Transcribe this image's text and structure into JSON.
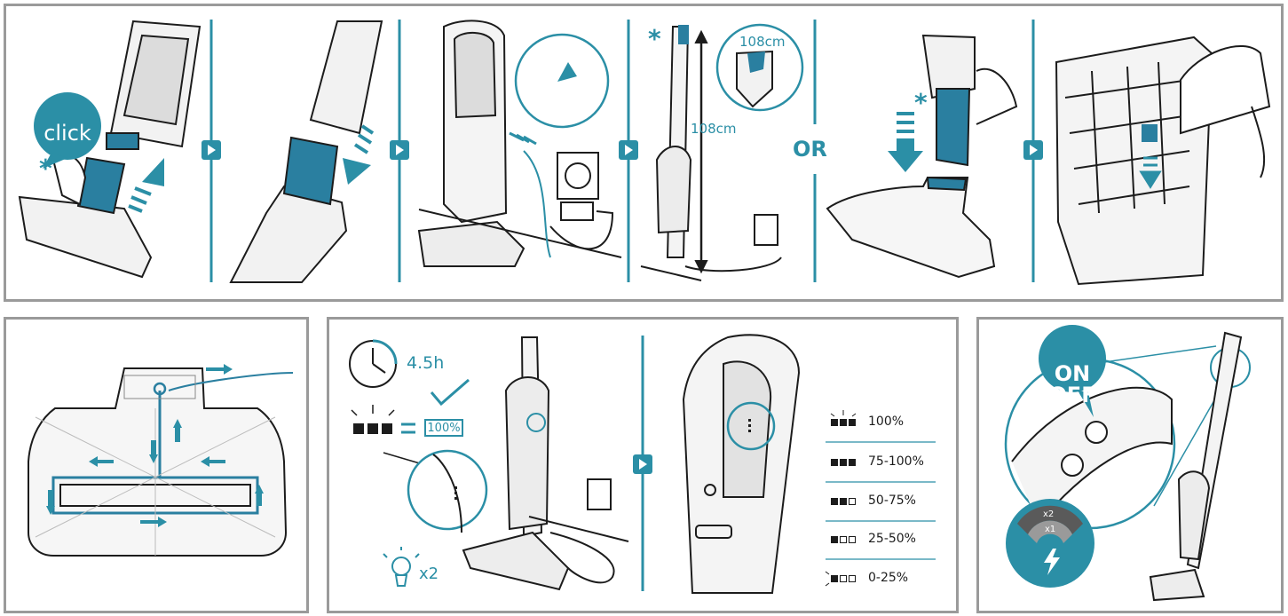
{
  "top_panel": {
    "click_label": "click",
    "or_label": "OR",
    "height_label_top": "108cm",
    "height_label_side": "108cm"
  },
  "charging_panel": {
    "charge_time": "4.5h",
    "full_label": "100%",
    "equals": "=",
    "light_count": "x2",
    "levels": [
      {
        "range": "100%",
        "indicator": "blinking-3"
      },
      {
        "range": "75-100%",
        "indicator": "3-on"
      },
      {
        "range": "50-75%",
        "indicator": "2-on"
      },
      {
        "range": "25-50%",
        "indicator": "1-on"
      },
      {
        "range": "0-25%",
        "indicator": "1-blinking"
      }
    ]
  },
  "power_panel": {
    "on_label": "ON",
    "off_label": "OFF",
    "speed_high": "x2",
    "speed_low": "x1"
  },
  "colors": {
    "accent": "#2b8fa6",
    "line": "#1c1c1c",
    "frame": "#9a9a9a",
    "battery": "#2a7fa0"
  }
}
